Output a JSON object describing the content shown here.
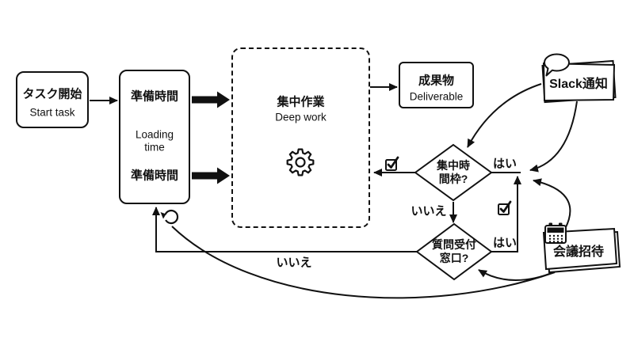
{
  "colors": {
    "ink": "#111111",
    "background": "#ffffff"
  },
  "nodes": {
    "start": {
      "title": "タスク開始",
      "subtitle": "Start task"
    },
    "loading": {
      "title_top": "準備時間",
      "subtitle_line1": "Loading",
      "subtitle_line2": "time",
      "title_bottom": "準備時間"
    },
    "deep_work": {
      "title": "集中作業",
      "subtitle": "Deep work"
    },
    "deliverable": {
      "title": "成果物",
      "subtitle": "Deliverable"
    },
    "slack": {
      "label": "Slack通知"
    },
    "meeting": {
      "label": "会議招待"
    },
    "focus_window": {
      "label_line1": "集中時",
      "label_line2": "間枠?"
    },
    "question_desk": {
      "label_line1": "質問受付",
      "label_line2": "窓口?"
    }
  },
  "edge_labels": {
    "focus_yes": "はい",
    "focus_no": "いいえ",
    "question_yes": "はい",
    "question_no": "いいえ"
  },
  "icons": {
    "gear": "⚙",
    "speech_bubble": "💬",
    "calendar": "📅",
    "check_square": "☑",
    "refresh": "↺"
  }
}
